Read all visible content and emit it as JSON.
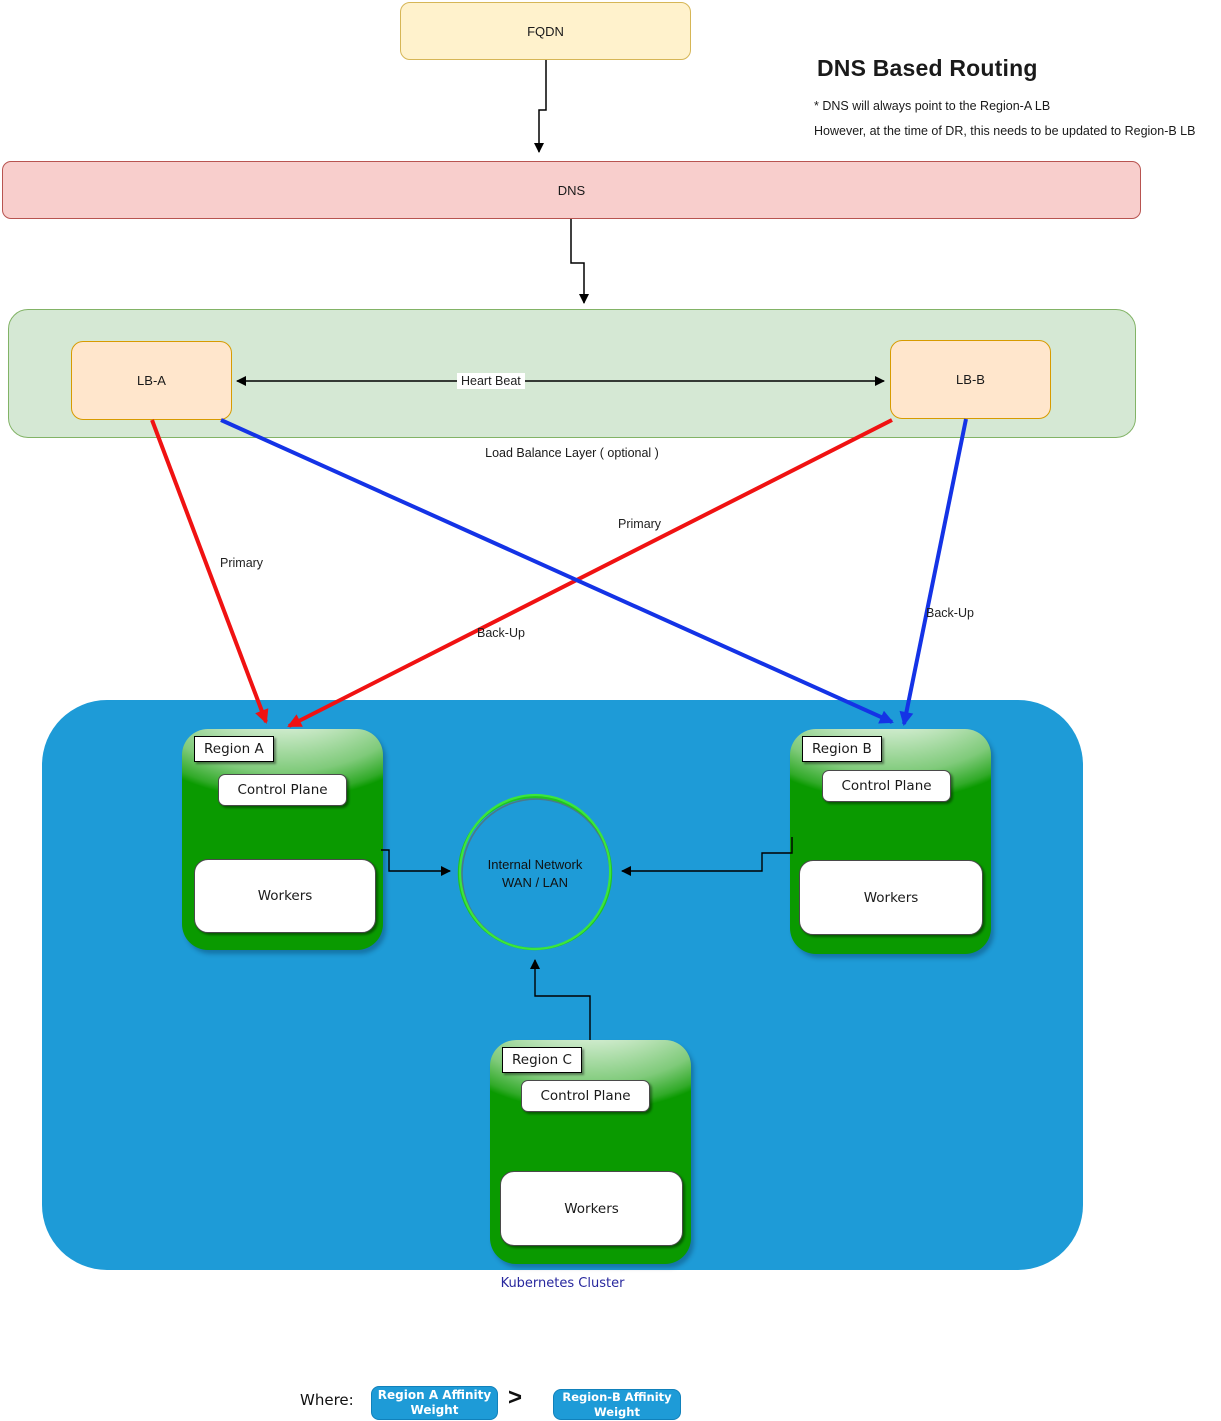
{
  "header": {
    "title": "DNS Based Routing",
    "notes": [
      "* DNS will always point to the Region-A  LB",
      "However, at the time of DR, this needs to be updated to Region-B LB"
    ]
  },
  "nodes": {
    "fqdn": "FQDN",
    "dns": "DNS",
    "lb_a": "LB-A",
    "lb_b": "LB-B",
    "lb_layer_caption": "Load Balance Layer ( optional )",
    "cluster_caption": "Kubernetes Cluster",
    "network": {
      "line1": "Internal Network",
      "line2": "WAN / LAN"
    }
  },
  "edges": {
    "heartbeat": "Heart Beat",
    "primary_from_lb_a": "Primary",
    "primary_from_lb_b": "Primary",
    "backup_from_lb_a": "Back-Up",
    "backup_from_lb_b": "Back-Up"
  },
  "regions": [
    {
      "label": "Region A",
      "control_plane": "Control Plane",
      "workers": "Workers"
    },
    {
      "label": "Region B",
      "control_plane": "Control Plane",
      "workers": "Workers"
    },
    {
      "label": "Region C",
      "control_plane": "Control Plane",
      "workers": "Workers"
    }
  ],
  "legend": {
    "where": "Where:",
    "left_box_line1": "Region A Affinity",
    "left_box_line2": "Weight",
    "operator": ">",
    "right_box_line1": "Region-B  Affinity",
    "right_box_line2": "Weight"
  },
  "colors": {
    "fqdn_fill": "#FFF2CC",
    "fqdn_border": "#D6B656",
    "dns_fill": "#F8CECC",
    "dns_border": "#B85450",
    "lb_layer_fill": "#D5E8D4",
    "lb_layer_border": "#82B366",
    "lb_fill": "#FFE6CC",
    "lb_border": "#D79B00",
    "cluster_blue": "#1E9BD7",
    "region_green": "#0A9A00",
    "red_arrow": "#F01212",
    "blue_arrow": "#1433E6",
    "network_stroke_green": "#2ADE2A",
    "kubernetes_caption_color": "#28289E",
    "legend_button_blue": "#1E9BD7"
  }
}
